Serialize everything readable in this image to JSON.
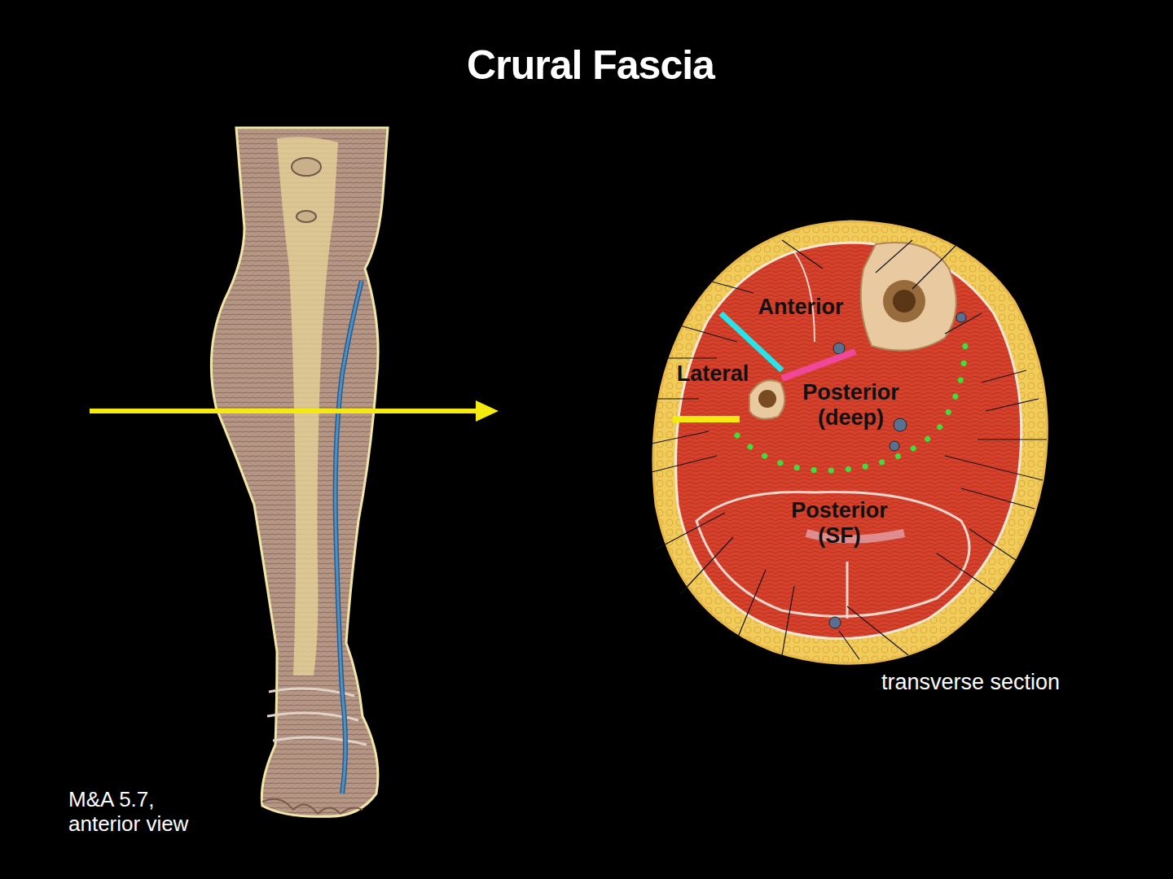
{
  "diagram": {
    "title": "Crural Fascia",
    "labels": [
      "Anterior",
      "Lateral",
      "Posterior (deep)",
      "Posterior (SF)",
      "transverse section",
      "M&A 5.7, anterior view"
    ]
  }
}
